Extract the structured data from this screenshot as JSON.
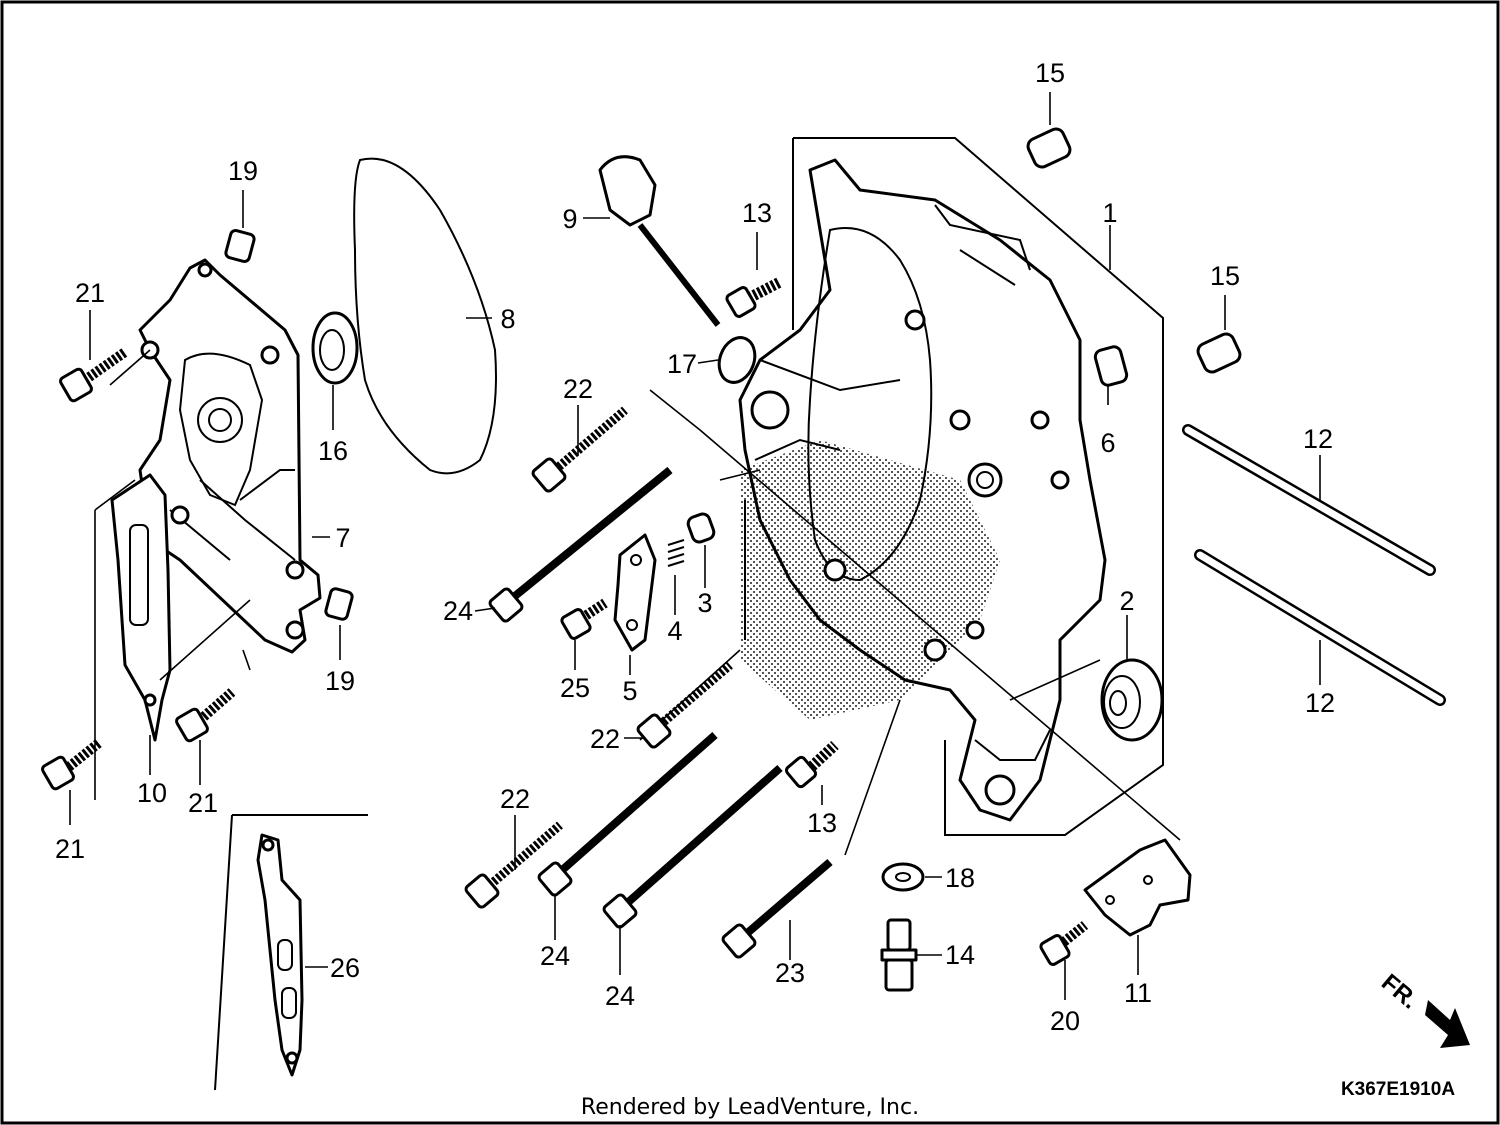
{
  "diagram": {
    "callouts": [
      {
        "id": "c1",
        "text": "1"
      },
      {
        "id": "c2",
        "text": "2"
      },
      {
        "id": "c3",
        "text": "3"
      },
      {
        "id": "c4",
        "text": "4"
      },
      {
        "id": "c5",
        "text": "5"
      },
      {
        "id": "c6",
        "text": "6"
      },
      {
        "id": "c7",
        "text": "7"
      },
      {
        "id": "c8",
        "text": "8"
      },
      {
        "id": "c9",
        "text": "9"
      },
      {
        "id": "c10",
        "text": "10"
      },
      {
        "id": "c11",
        "text": "11"
      },
      {
        "id": "c12a",
        "text": "12"
      },
      {
        "id": "c12b",
        "text": "12"
      },
      {
        "id": "c13a",
        "text": "13"
      },
      {
        "id": "c13b",
        "text": "13"
      },
      {
        "id": "c14",
        "text": "14"
      },
      {
        "id": "c15a",
        "text": "15"
      },
      {
        "id": "c15b",
        "text": "15"
      },
      {
        "id": "c16",
        "text": "16"
      },
      {
        "id": "c17",
        "text": "17"
      },
      {
        "id": "c18",
        "text": "18"
      },
      {
        "id": "c19a",
        "text": "19"
      },
      {
        "id": "c19b",
        "text": "19"
      },
      {
        "id": "c20",
        "text": "20"
      },
      {
        "id": "c21a",
        "text": "21"
      },
      {
        "id": "c21b",
        "text": "21"
      },
      {
        "id": "c21c",
        "text": "21"
      },
      {
        "id": "c22a",
        "text": "22"
      },
      {
        "id": "c22b",
        "text": "22"
      },
      {
        "id": "c22c",
        "text": "22"
      },
      {
        "id": "c23",
        "text": "23"
      },
      {
        "id": "c24a",
        "text": "24"
      },
      {
        "id": "c24b",
        "text": "24"
      },
      {
        "id": "c24c",
        "text": "24"
      },
      {
        "id": "c25",
        "text": "25"
      },
      {
        "id": "c26",
        "text": "26"
      }
    ],
    "direction_label": "FR.",
    "drawing_code": "K367E1910A"
  },
  "footer": {
    "credit": "Rendered by LeadVenture, Inc."
  }
}
